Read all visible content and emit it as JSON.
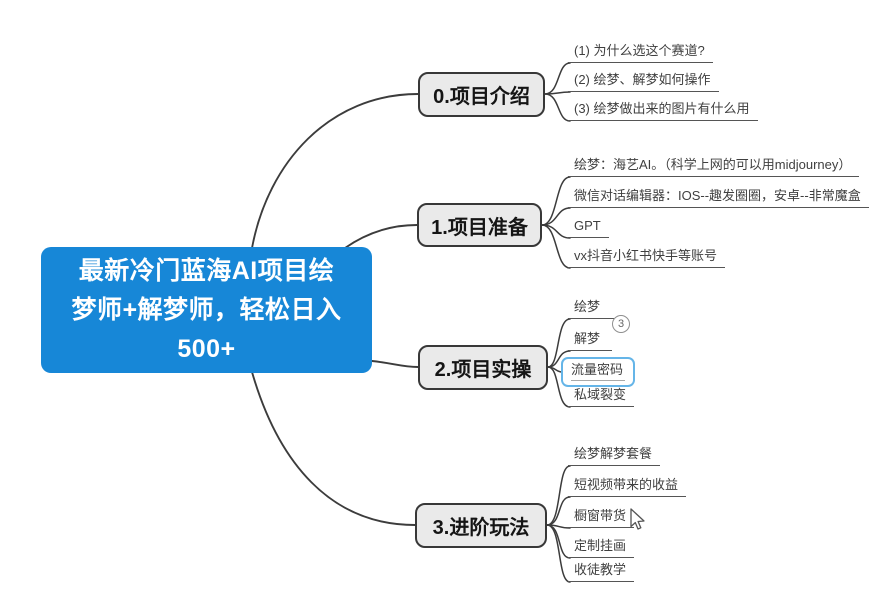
{
  "app": {
    "type": "mind-map",
    "colors": {
      "root_bg": "#1787d7",
      "root_text": "#ffffff",
      "branch_fill": "#eaeaea",
      "branch_border": "#383838",
      "connector": "#3c3c3c",
      "underline": "#555555",
      "subtopic_text": "#3f3f3f",
      "selection_border": "#65b5e8"
    }
  },
  "root": {
    "text": "最新冷门蓝海AI项目绘梦师+解梦师，轻松日入500+",
    "lines": [
      "最新冷门蓝海AI项目绘",
      "梦师+解梦师，轻松日入",
      "500+"
    ]
  },
  "branches": [
    {
      "label": "0.项目介绍",
      "children": [
        "(1) 为什么选这个赛道?",
        "(2) 绘梦、解梦如何操作",
        "(3) 绘梦做出来的图片有什么用"
      ]
    },
    {
      "label": "1.项目准备",
      "children": [
        "绘梦：海艺AI。（科学上网的可以用midjourney）",
        "微信对话编辑器：IOS--趣发圈圈，安卓--非常魔盒",
        "GPT",
        "vx抖音小红书快手等账号"
      ]
    },
    {
      "label": "2.项目实操",
      "children": [
        "绘梦",
        "解梦",
        "流量密码",
        "私域裂变"
      ],
      "selected_child": "流量密码"
    },
    {
      "label": "3.进阶玩法",
      "children": [
        "绘梦解梦套餐",
        "短视频带来的收益",
        "橱窗带货",
        "定制挂画",
        "收徒教学"
      ]
    }
  ],
  "badge": {
    "value": "3"
  }
}
